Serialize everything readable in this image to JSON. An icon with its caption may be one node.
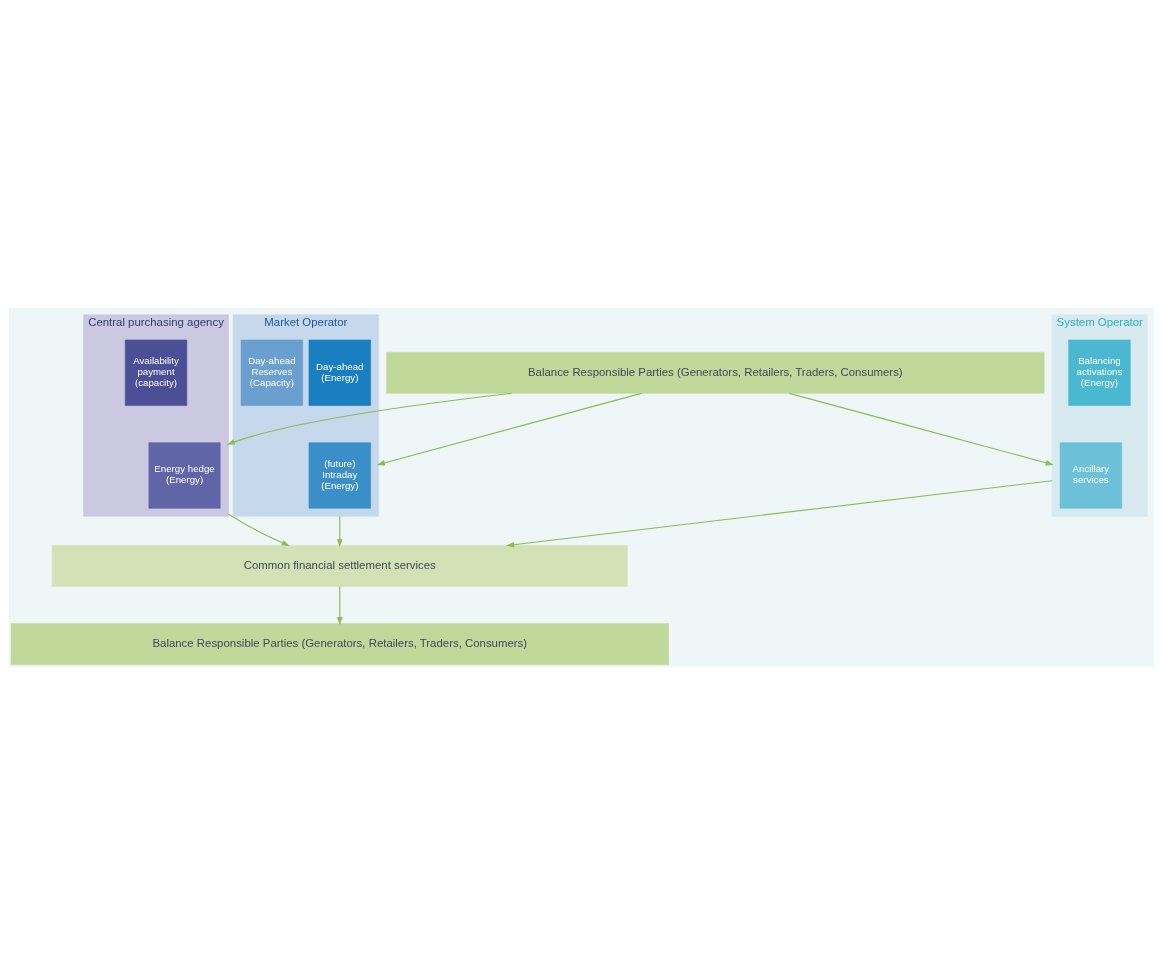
{
  "diagram": {
    "nodes": [
      {
        "text": [
          "Balance Responsible Parties (Generators, Retailers, Traders, Consumers)"
        ]
      },
      {
        "text": [
          "Central purchasing agency"
        ]
      },
      {
        "text": [
          "Availability payment (capacity)"
        ],
        "in": 1
      },
      {
        "text": [
          "Energy hedge (Energy)"
        ],
        "in": 1
      },
      {
        "text": [
          "Market Operator"
        ]
      },
      {
        "text": [
          "Day-ahead (Energy)"
        ],
        "in": 4
      },
      {
        "text": [
          "(future) Intraday (Energy)"
        ],
        "in": 4
      },
      {
        "text": [
          "Day-ahead Reserves (Capacity)"
        ],
        "in": 4
      },
      {
        "text": [
          "System Operator"
        ]
      },
      {
        "text": [
          "Balancing activations (Energy)"
        ],
        "in": 8
      },
      {
        "text": [
          "Ancillary services"
        ],
        "in": 8
      },
      {
        "text": [
          "Common financial settlement services"
        ]
      },
      {
        "text": [
          "Balance Responsible Parties (Generators, Retailers, Traders, Consumers)"
        ]
      }
    ],
    "edges": [
      {
        "from": 0,
        "to": 1,
        "arrow": "to"
      },
      {
        "from": 0,
        "to": 4,
        "arrow": "to"
      },
      {
        "from": 0,
        "to": 8,
        "arrow": "to"
      },
      {
        "from": 1,
        "to": 11,
        "arrow": "to"
      },
      {
        "from": 4,
        "to": 11,
        "arrow": "to"
      },
      {
        "from": 8,
        "to": 11,
        "arrow": "to"
      },
      {
        "from": 11,
        "to": 12,
        "arrow": "to"
      }
    ]
  }
}
